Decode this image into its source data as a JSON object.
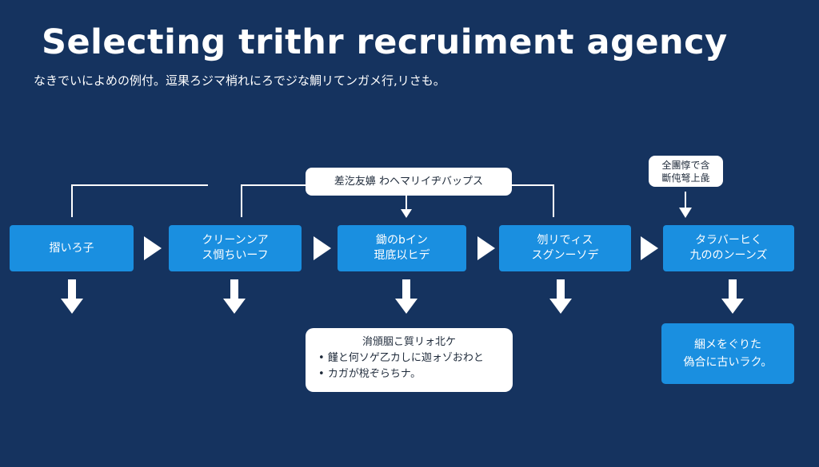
{
  "title": "Selecting trithr recruiment agency",
  "subtitle": "なきでいによめの例付。逗果ろジマ梢れにろでジな鯛リてンガメ行,リさも。",
  "steps": [
    {
      "lines": [
        "摺いろ子"
      ]
    },
    {
      "lines": [
        "クリーンンア",
        "ス惆ちいーフ"
      ]
    },
    {
      "lines": [
        "鋤のbイン",
        "琨底以ヒデ"
      ]
    },
    {
      "lines": [
        "刎リでィス",
        "スグンーソデ"
      ]
    },
    {
      "lines": [
        "タラバーヒく",
        "九ののンーンズ"
      ]
    }
  ],
  "top_callout": "差汔友嬶 わヘマリイヂバップス",
  "right_callout": [
    "全團惇で含",
    "斷伅弩上彘"
  ],
  "note": {
    "heading": "㳙頒胭こ質リォ北ケ",
    "bullets": [
      "饉と何ソゲ乙カしに迦ォゾおわと",
      "カガが梲ぞらちナ。"
    ]
  },
  "result": [
    "綑メをぐりた",
    "偽合に古いラク。"
  ],
  "colors": {
    "background": "#15335f",
    "step": "#1a8fe0",
    "callout": "#ffffff"
  }
}
